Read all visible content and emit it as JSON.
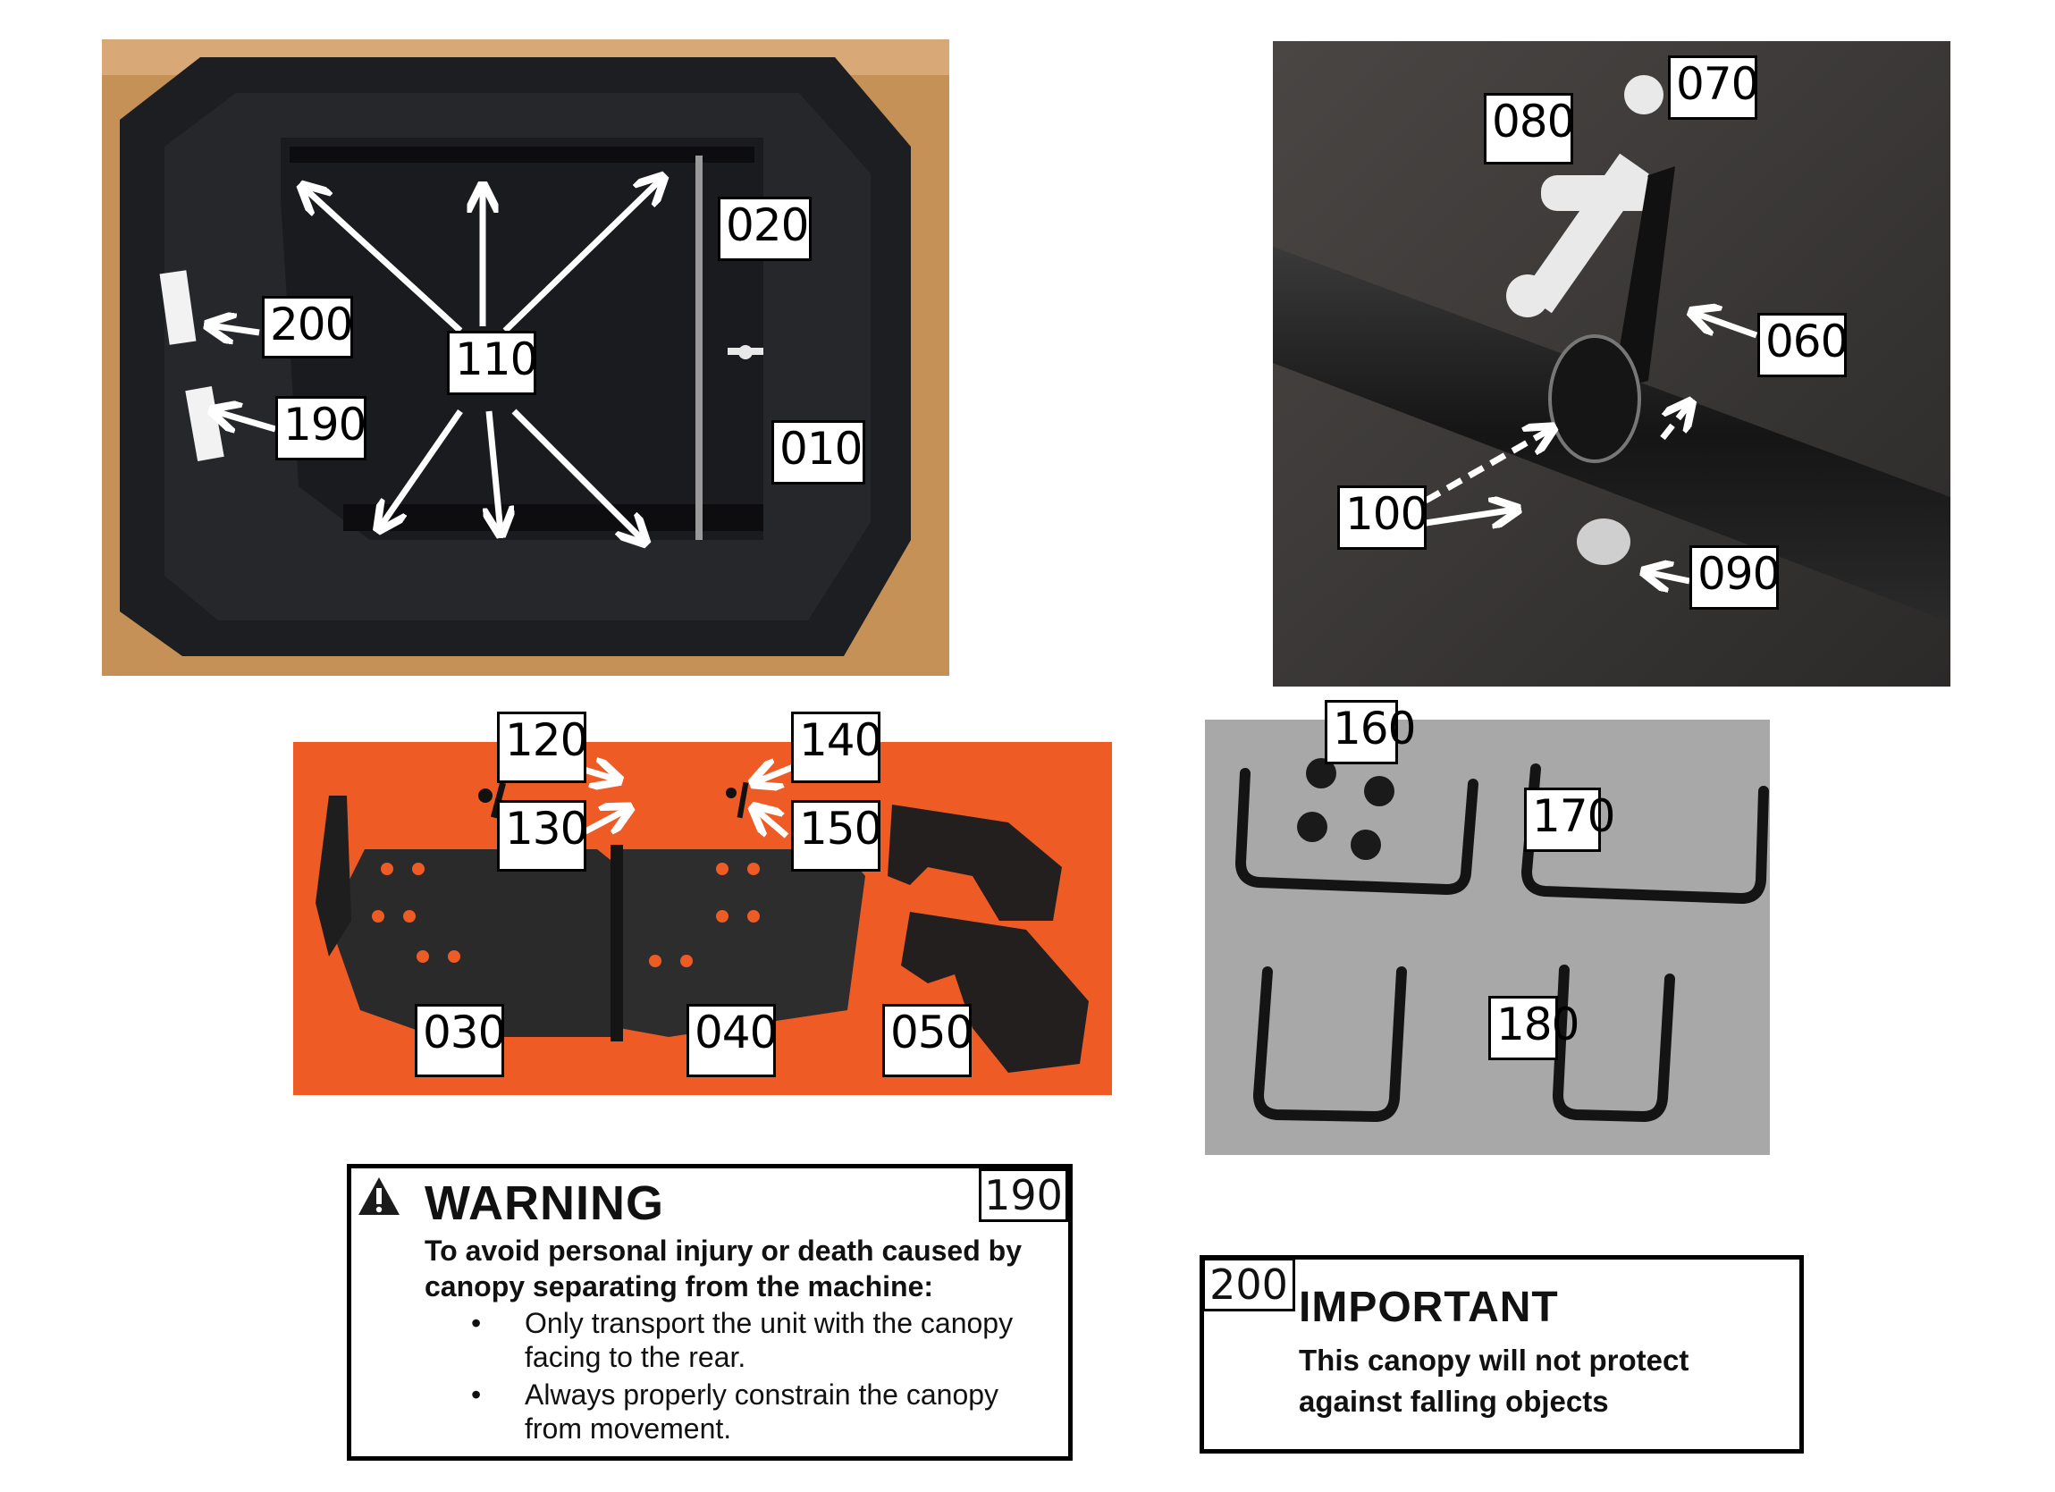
{
  "panels": {
    "canopy_in_box": {
      "description": "Canopy shell in cardboard box",
      "callouts": [
        {
          "id": "010",
          "label": "010"
        },
        {
          "id": "020",
          "label": "020"
        },
        {
          "id": "110",
          "label": "110"
        },
        {
          "id": "190",
          "label": "190"
        },
        {
          "id": "200",
          "label": "200"
        }
      ],
      "colors": {
        "cardboard": "#c8935a",
        "canopy": "#1e1f22"
      }
    },
    "clamp_closeup": {
      "description": "Clamp and knob attached to ROPS tube",
      "callouts": [
        {
          "id": "060",
          "label": "060"
        },
        {
          "id": "070",
          "label": "070"
        },
        {
          "id": "080",
          "label": "080"
        },
        {
          "id": "090",
          "label": "090"
        },
        {
          "id": "100",
          "label": "100"
        }
      ],
      "colors": {
        "background": "#3a3836",
        "tube": "#1c1c1c"
      }
    },
    "bracket_parts": {
      "description": "Mounting brackets and spacers on orange background",
      "callouts": [
        {
          "id": "030",
          "label": "030"
        },
        {
          "id": "040",
          "label": "040"
        },
        {
          "id": "050",
          "label": "050"
        },
        {
          "id": "120",
          "label": "120"
        },
        {
          "id": "130",
          "label": "130"
        },
        {
          "id": "140",
          "label": "140"
        },
        {
          "id": "150",
          "label": "150"
        }
      ],
      "colors": {
        "background": "#ef5a24",
        "parts": "#262626"
      }
    },
    "ubolts": {
      "description": "U-bolts and flange nuts on gray carpet",
      "callouts": [
        {
          "id": "160",
          "label": "160"
        },
        {
          "id": "170",
          "label": "170"
        },
        {
          "id": "180",
          "label": "180"
        }
      ],
      "colors": {
        "background": "#a9a9a9",
        "parts": "#151515"
      }
    }
  },
  "warning_label": {
    "ref": "190",
    "icon": "warning-triangle-icon",
    "title": "WARNING",
    "lead": "To avoid personal injury or death caused by canopy separating from the machine:",
    "bullets": [
      "Only transport the unit with the canopy facing to the rear.",
      "Always properly constrain the canopy from movement."
    ]
  },
  "important_label": {
    "ref": "200",
    "title": "IMPORTANT",
    "text": "This canopy will not protect against falling objects"
  }
}
